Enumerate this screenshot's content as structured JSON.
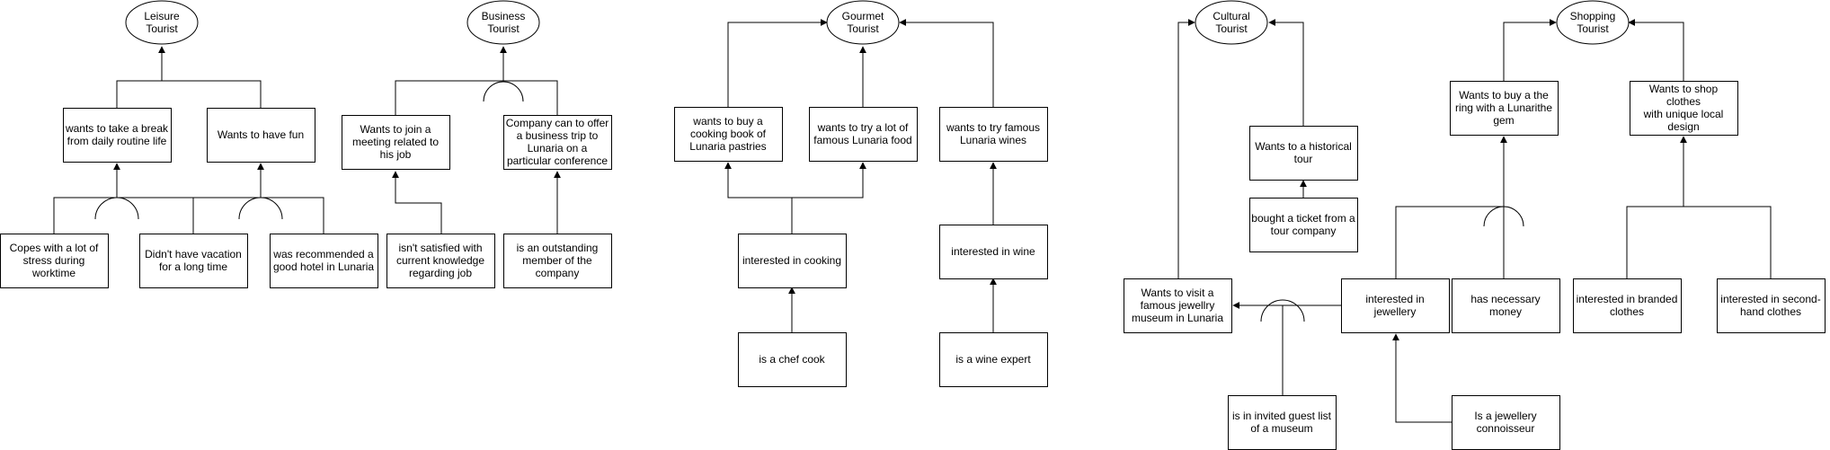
{
  "nodes": {
    "leisure_tourist": "Leisure\nTourist",
    "business_tourist": "Business\nTourist",
    "gourmet_tourist": "Gourmet\nTourist",
    "cultural_tourist": "Cultural\nTourist",
    "shopping_tourist": "Shopping\nTourist",
    "take_break": "wants to take a break\nfrom daily routine life",
    "have_fun": "Wants to have fun",
    "copes_stress": "Copes with a lot of\nstress during\nworktime",
    "no_vacation": "Didn't have vacation\nfor a long time",
    "recommended_hotel": "was recommended a\ngood hotel in Lunaria",
    "join_meeting": "Wants to join a\nmeeting related to\nhis job",
    "business_trip": "Company can to offer\na business trip to\nLunaria on a\nparticular conference",
    "not_satisfied": "isn't satisfied with\ncurrent knowledge\nregarding job",
    "outstanding_member": "is an outstanding\nmember of the\ncompany",
    "buy_cookbook": "wants to buy a\ncooking book of\nLunaria pastries",
    "try_food": "wants to try a lot of\nfamous Lunaria food",
    "try_wines": "wants to try famous\nLunaria wines",
    "interested_cooking": "interested in cooking",
    "chef_cook": "is a chef cook",
    "interested_wine": "interested in wine",
    "wine_expert": "is a wine expert",
    "historical_tour": "Wants to a historical\ntour",
    "bought_ticket": "bought a ticket from a\ntour company",
    "jewellry_museum": "Wants to visit a\nfamous jewellry\nmuseum in Lunaria",
    "interested_jewellery": "interested in\njewellery",
    "invited_guest": "is in invited guest list\nof a museum",
    "jewellery_connoisseur": "Is a jewellery\nconnoisseur",
    "buy_ring": "Wants to buy a the\nring with a Lunarithe\ngem",
    "necessary_money": "has necessary\nmoney",
    "shop_clothes": "Wants to shop clothes\nwith unique local\ndesign",
    "branded_clothes": "interested in branded\nclothes",
    "second_hand": "interested in second-\nhand clothes"
  }
}
